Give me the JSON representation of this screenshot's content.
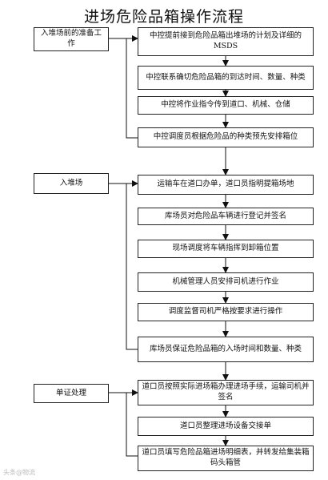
{
  "title": "进场危险品箱操作流程",
  "side_boxes": [
    "入堆场前的准备工作",
    "入堆场",
    "单证处理"
  ],
  "steps": [
    "中控提前接到危险品箱出堆场的计划及详细的MSDS",
    "中控联系确切危险品箱的到达时间、数量、种类",
    "中控将作业指令传到道口、机械、仓储",
    "中控调度员根据危险品的种类预先安排箱位",
    "运输车在道口办单，道口员指明提箱场地",
    "库场员对危险品车辆进行登记并签名",
    "现场调度将车辆指挥到卸箱位置",
    "机械管理人员安排司机进行作业",
    "调度监督司机严格按要求进行操作",
    "库场员保证危险品箱的入场时间和数量、种类",
    "道口员按照实际进场箱办理进场手续，运输司机并签名",
    "道口员整理进场设备交接单",
    "道口员填写危险品箱进场明细表，并转发给集装箱码头箱管"
  ],
  "watermark": "头条@物流"
}
